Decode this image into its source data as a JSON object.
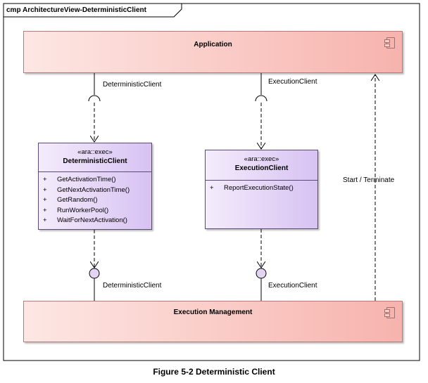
{
  "frame": {
    "label": "cmp ArchitectureView-DeterministicClient"
  },
  "components": {
    "application": {
      "name": "Application"
    },
    "execution_management": {
      "name": "Execution Management"
    }
  },
  "classes": {
    "deterministic_client": {
      "stereotype": "«ara::exec»",
      "name": "DeterministicClient",
      "operations": [
        {
          "visibility": "+",
          "name": "GetActivationTime()"
        },
        {
          "visibility": "+",
          "name": "GetNextActivationTime()"
        },
        {
          "visibility": "+",
          "name": "GetRandom()"
        },
        {
          "visibility": "+",
          "name": "RunWorkerPool()"
        },
        {
          "visibility": "+",
          "name": "WaitForNextActivation()"
        }
      ]
    },
    "execution_client": {
      "stereotype": "«ara::exec»",
      "name": "ExecutionClient",
      "operations": [
        {
          "visibility": "+",
          "name": "ReportExecutionState()"
        }
      ]
    }
  },
  "interfaces": {
    "required_deterministic": "DeterministicClient",
    "required_execution": "ExecutionClient",
    "provided_deterministic": "DeterministicClient",
    "provided_execution": "ExecutionClient"
  },
  "connector_label": "Start / Terminate",
  "caption": "Figure 5-2 Deterministic Client",
  "colors": {
    "component_fill_light": "#fde7e4",
    "component_fill_dark": "#f7b3ad",
    "class_fill_light": "#f4ecfc",
    "class_fill_dark": "#d7c2f2",
    "lollipop_fill": "#e4d4f4"
  }
}
